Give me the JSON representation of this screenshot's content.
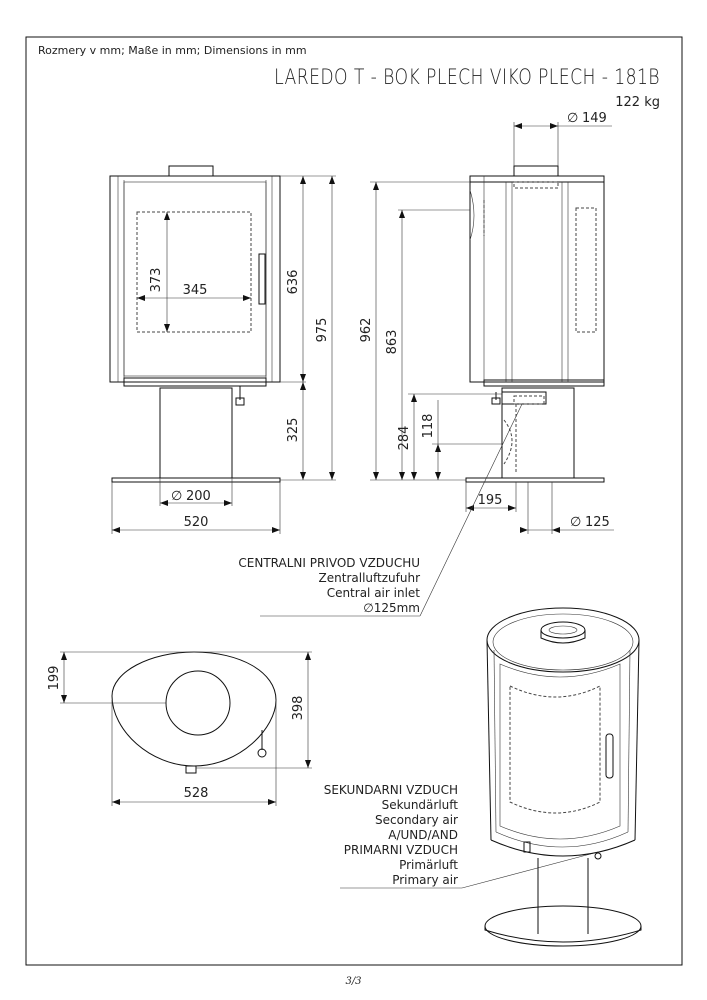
{
  "header": {
    "units_note": "Rozmery v mm; Maße in mm; Dimensions in mm",
    "title": "LAREDO T - BOK PLECH VIKO PLECH - 181B",
    "weight": "122 kg"
  },
  "dimensions": {
    "flue_top": "149",
    "door_height": "373",
    "door_width": "345",
    "body_height": "636",
    "total_height_front": "975",
    "pedestal_height": "325",
    "pedestal_diameter": "200",
    "base_width": "520",
    "total_height_side": "962",
    "side_height": "863",
    "air_inlet_height": "284",
    "secondary_height": "118",
    "inlet_offset": "195",
    "inlet_diameter": "125",
    "plan_offset": "199",
    "plan_depth": "398",
    "plan_width": "528"
  },
  "labels": {
    "central_air": [
      "CENTRALNI PRIVOD VZDUCHU",
      "Zentralluftzufuhr",
      "Central air inlet",
      "∅125mm"
    ],
    "secondary_air": [
      "SEKUNDARNI VZDUCH",
      "Sekundärluft",
      "Secondary air",
      "A/UND/AND",
      "PRIMARNI VZDUCH",
      "Primärluft",
      "Primary air"
    ]
  },
  "page_number": "3/3"
}
